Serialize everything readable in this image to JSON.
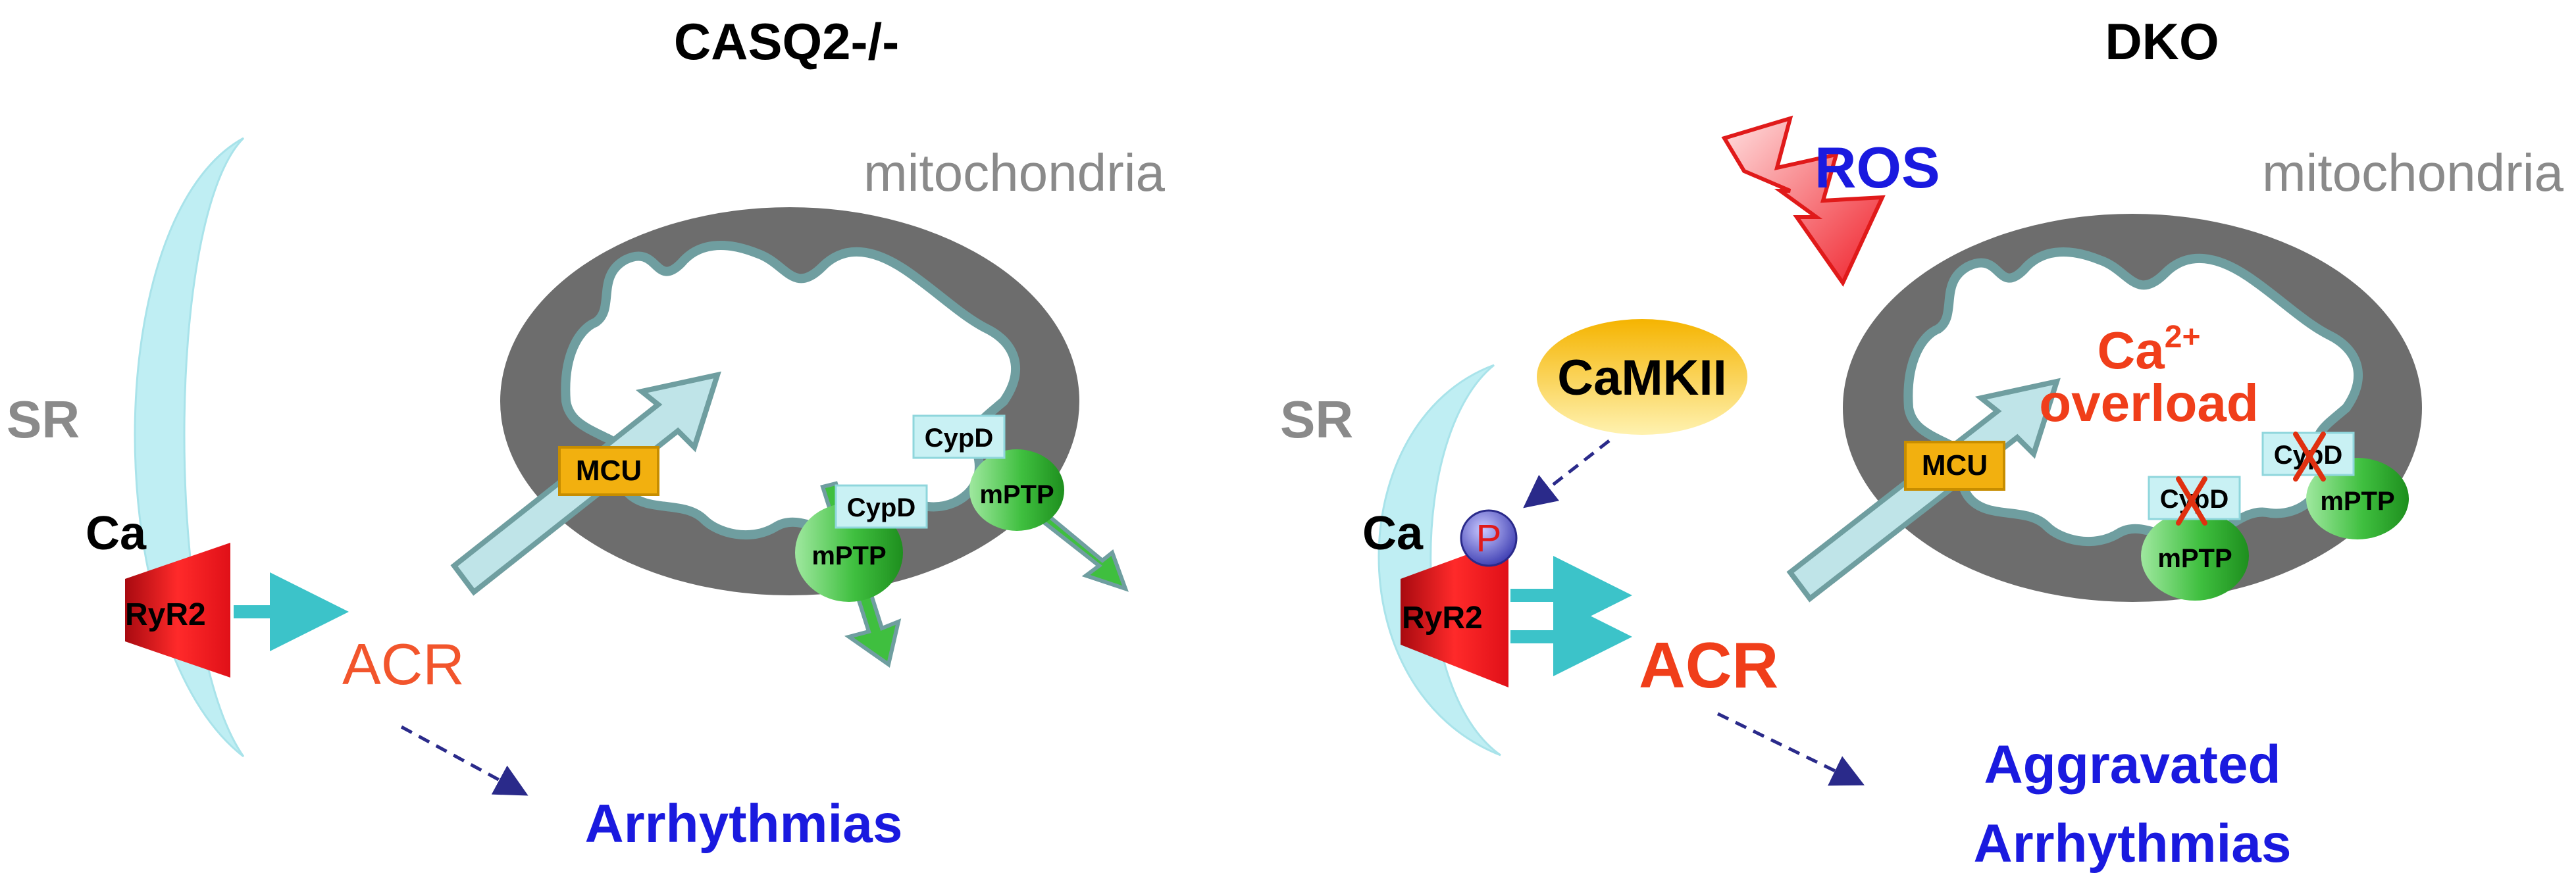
{
  "left_panel": {
    "title": "CASQ2-/-",
    "sr_label": "SR",
    "ca_label": "Ca",
    "ryr2_label": "RyR2",
    "acr_label": "ACR",
    "mito_label": "mitochondria",
    "mcu_label": "MCU",
    "cypd_label_1": "CypD",
    "cypd_label_2": "CypD",
    "mptp_label_1": "mPTP",
    "mptp_label_2": "mPTP",
    "outcome": "Arrhythmias"
  },
  "right_panel": {
    "title": "DKO",
    "ros_label": "ROS",
    "sr_label": "SR",
    "ca_label": "Ca",
    "ryr2_label": "RyR2",
    "p_label": "P",
    "camkii_label": "CaMKII",
    "acr_label": "ACR",
    "mito_label": "mitochondria",
    "mcu_label": "MCU",
    "overload_ca": "Ca",
    "overload_sup": "2+",
    "overload_word": "overload",
    "cypd_label_1": "CypD",
    "cypd_label_2": "CypD",
    "mptp_label_1": "mPTP",
    "mptp_label_2": "mPTP",
    "outcome_line1": "Aggravated",
    "outcome_line2": "Arrhythmias"
  },
  "colors": {
    "sr": "#bfeef3",
    "mito_outer": "#6d6d6d",
    "mito_membrane": "#6f9ea0",
    "ryr2": "#e8141c",
    "cyan_arrow": "#3cc3c9",
    "acr_left": "#f2552c",
    "acr_right": "#f03e1a",
    "outcome_blue": "#1a1adf",
    "dashed_arrow": "#2a2a8a",
    "mcu": "#f2b00f",
    "mptp": "#3fbf3f",
    "cypd": "#c9f1f4",
    "camkii": "#f7c12a",
    "ros_bolt": "#f23a3a",
    "gray_text": "#8a8a8a"
  }
}
